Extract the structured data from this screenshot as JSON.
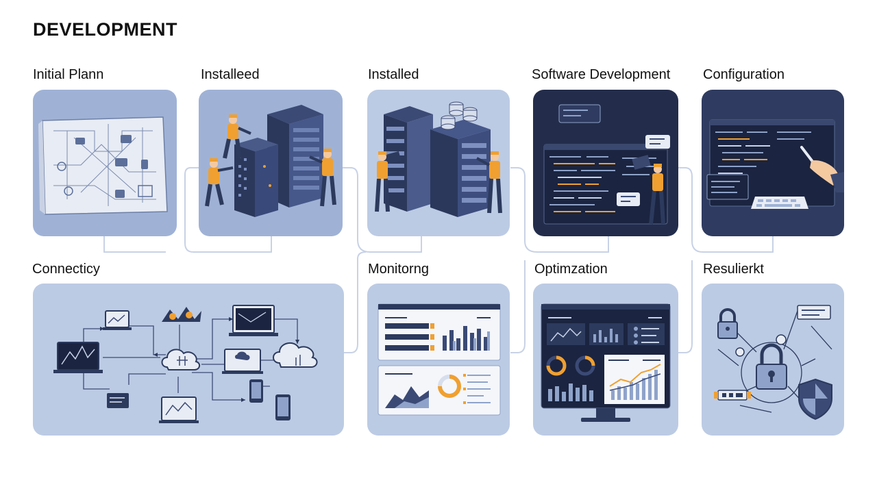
{
  "header": {
    "title": "DEVELOPMENT"
  },
  "stages": [
    {
      "label": "Initial Plann",
      "icon": "blueprint-icon"
    },
    {
      "label": "Installeed",
      "icon": "server-install-icon"
    },
    {
      "label": "Installed",
      "icon": "server-rack-icon"
    },
    {
      "label": "Software Development",
      "icon": "code-editor-icon"
    },
    {
      "label": "Configuration",
      "icon": "config-laptop-icon"
    },
    {
      "label": "Connecticy",
      "icon": "cloud-network-icon"
    },
    {
      "label": "Monitorng",
      "icon": "monitoring-dashboard-icon"
    },
    {
      "label": "Optimzation",
      "icon": "optimization-monitor-icon"
    },
    {
      "label": "Resulierkt",
      "icon": "security-lock-icon"
    }
  ],
  "colors": {
    "card_light": "#bccbe4",
    "card_mid": "#8fa3ca",
    "card_dark": "#232d4b",
    "navy": "#2c3a5e",
    "orange": "#f0a030",
    "connector": "#c8d2e6"
  }
}
